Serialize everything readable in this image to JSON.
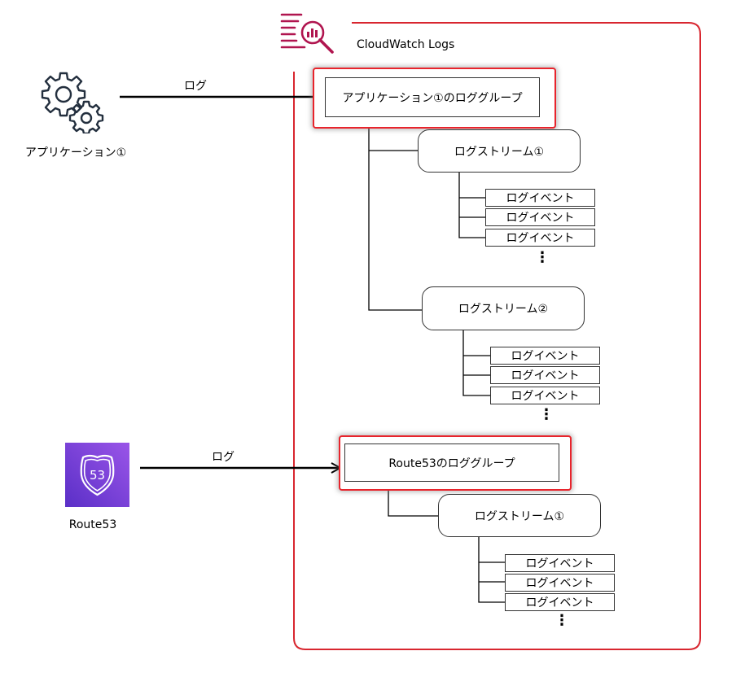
{
  "service_title": "CloudWatch Logs",
  "sources": [
    {
      "label": "アプリケーション①",
      "icon": "gears-icon",
      "arrow_label": "ログ"
    },
    {
      "label": "Route53",
      "icon": "route53-icon",
      "icon_text": "53",
      "icon_color": "#7b3ed6",
      "arrow_label": "ログ"
    }
  ],
  "log_groups": [
    {
      "label": "アプリケーション①のロググループ",
      "streams": [
        {
          "label": "ログストリーム①",
          "events": [
            "ログイベント",
            "ログイベント",
            "ログイベント"
          ],
          "more": "⋮"
        },
        {
          "label": "ログストリーム②",
          "events": [
            "ログイベント",
            "ログイベント",
            "ログイベント"
          ],
          "more": "⋮"
        }
      ]
    },
    {
      "label": "Route53のロググループ",
      "streams": [
        {
          "label": "ログストリーム①",
          "events": [
            "ログイベント",
            "ログイベント",
            "ログイベント"
          ],
          "more": "⋮"
        }
      ]
    }
  ],
  "colors": {
    "accent": "#e8242c",
    "cloudwatch_icon": "#b0154f"
  }
}
